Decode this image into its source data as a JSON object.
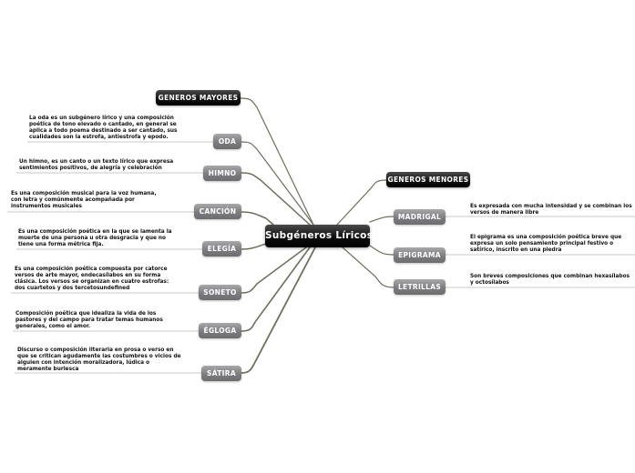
{
  "central": {
    "label": "Subgéneros Líricos"
  },
  "left": {
    "header": {
      "label": "GENEROS MAYORES"
    },
    "items": [
      {
        "label": "ODA",
        "note": "La oda es un subgénero lírico y una composición poética de tono elevado o cantado, en general se aplica a todo poema destinado a ser cantado, sus cualidades son la estrofa, antiestrofa y epodo."
      },
      {
        "label": "HIMNO",
        "note": "Un himno, es un canto o un texto lírico que expresa sentimientos positivos, de alegría y celebración"
      },
      {
        "label": "CANCIÓN",
        "note": "Es una composición musical para la voz humana, con letra y comúnmente acompañada por instrumentos musicales"
      },
      {
        "label": "ELEGÍA",
        "note": "Es una composición poética en la que se lamenta la muerte de una persona u otra desgracia y que no tiene una forma métrica fija."
      },
      {
        "label": "SONETO",
        "note": "Es una composición poética compuesta por catorce versos de arte mayor, endecasílabos en su forma clásica. Los versos se organizan en cuatro estrofas: dos cuartetos y dos tercetosundefined"
      },
      {
        "label": "ÉGLOGA",
        "note": "Composición poética que idealiza la vida de los pastores y del campo para tratar temas humanos generales, como el amor."
      },
      {
        "label": "SÁTIRA",
        "note": "Discurso o composición literaria en prosa o verso en que se critican agudamente las costumbres o vicios de alguien con intención moralizadora, lúdica o meramente burlesca"
      }
    ]
  },
  "right": {
    "header": {
      "label": "GENEROS MENORES"
    },
    "items": [
      {
        "label": "MADRIGAL",
        "note": "Es expresada con mucha intensidad y se combinan los versos de manera libre"
      },
      {
        "label": "EPIGRAMA",
        "note": "El epigrama es una composición poética breve que expresa un solo pensamiento principal festivo o satírico, inscrito en una piedra"
      },
      {
        "label": "LETRILLAS",
        "note": "Son breves composiciones que combinan hexasílabos y octosílabos"
      }
    ]
  },
  "colors": {
    "link": "#6e6e5e",
    "underline": "#c8c8c0",
    "dark_node": "#111111",
    "grey_node": "#7d7d80"
  }
}
